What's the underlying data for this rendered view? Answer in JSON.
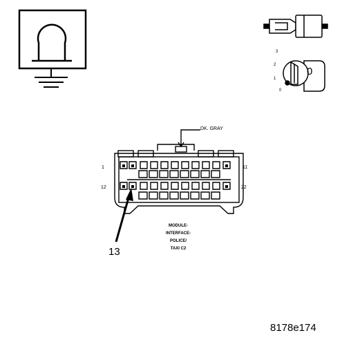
{
  "connector": {
    "wire_color_label": "DK. GRAY",
    "pin_numbers": {
      "top_left": "1",
      "top_right": "11",
      "bottom_left": "12",
      "bottom_right": "22"
    },
    "name_lines": [
      "MODULE-",
      "INTERFACE-",
      "POLICE/",
      "TAXI C2"
    ],
    "callout_number": "13"
  },
  "ignition_key": {
    "positions": [
      "3",
      "2",
      "1",
      "0"
    ],
    "position_indicator": "0"
  },
  "figure_id": "8178e174",
  "icons": [
    "ground-ohm-symbol-icon",
    "key-cylinder-icon",
    "ignition-switch-icon"
  ]
}
